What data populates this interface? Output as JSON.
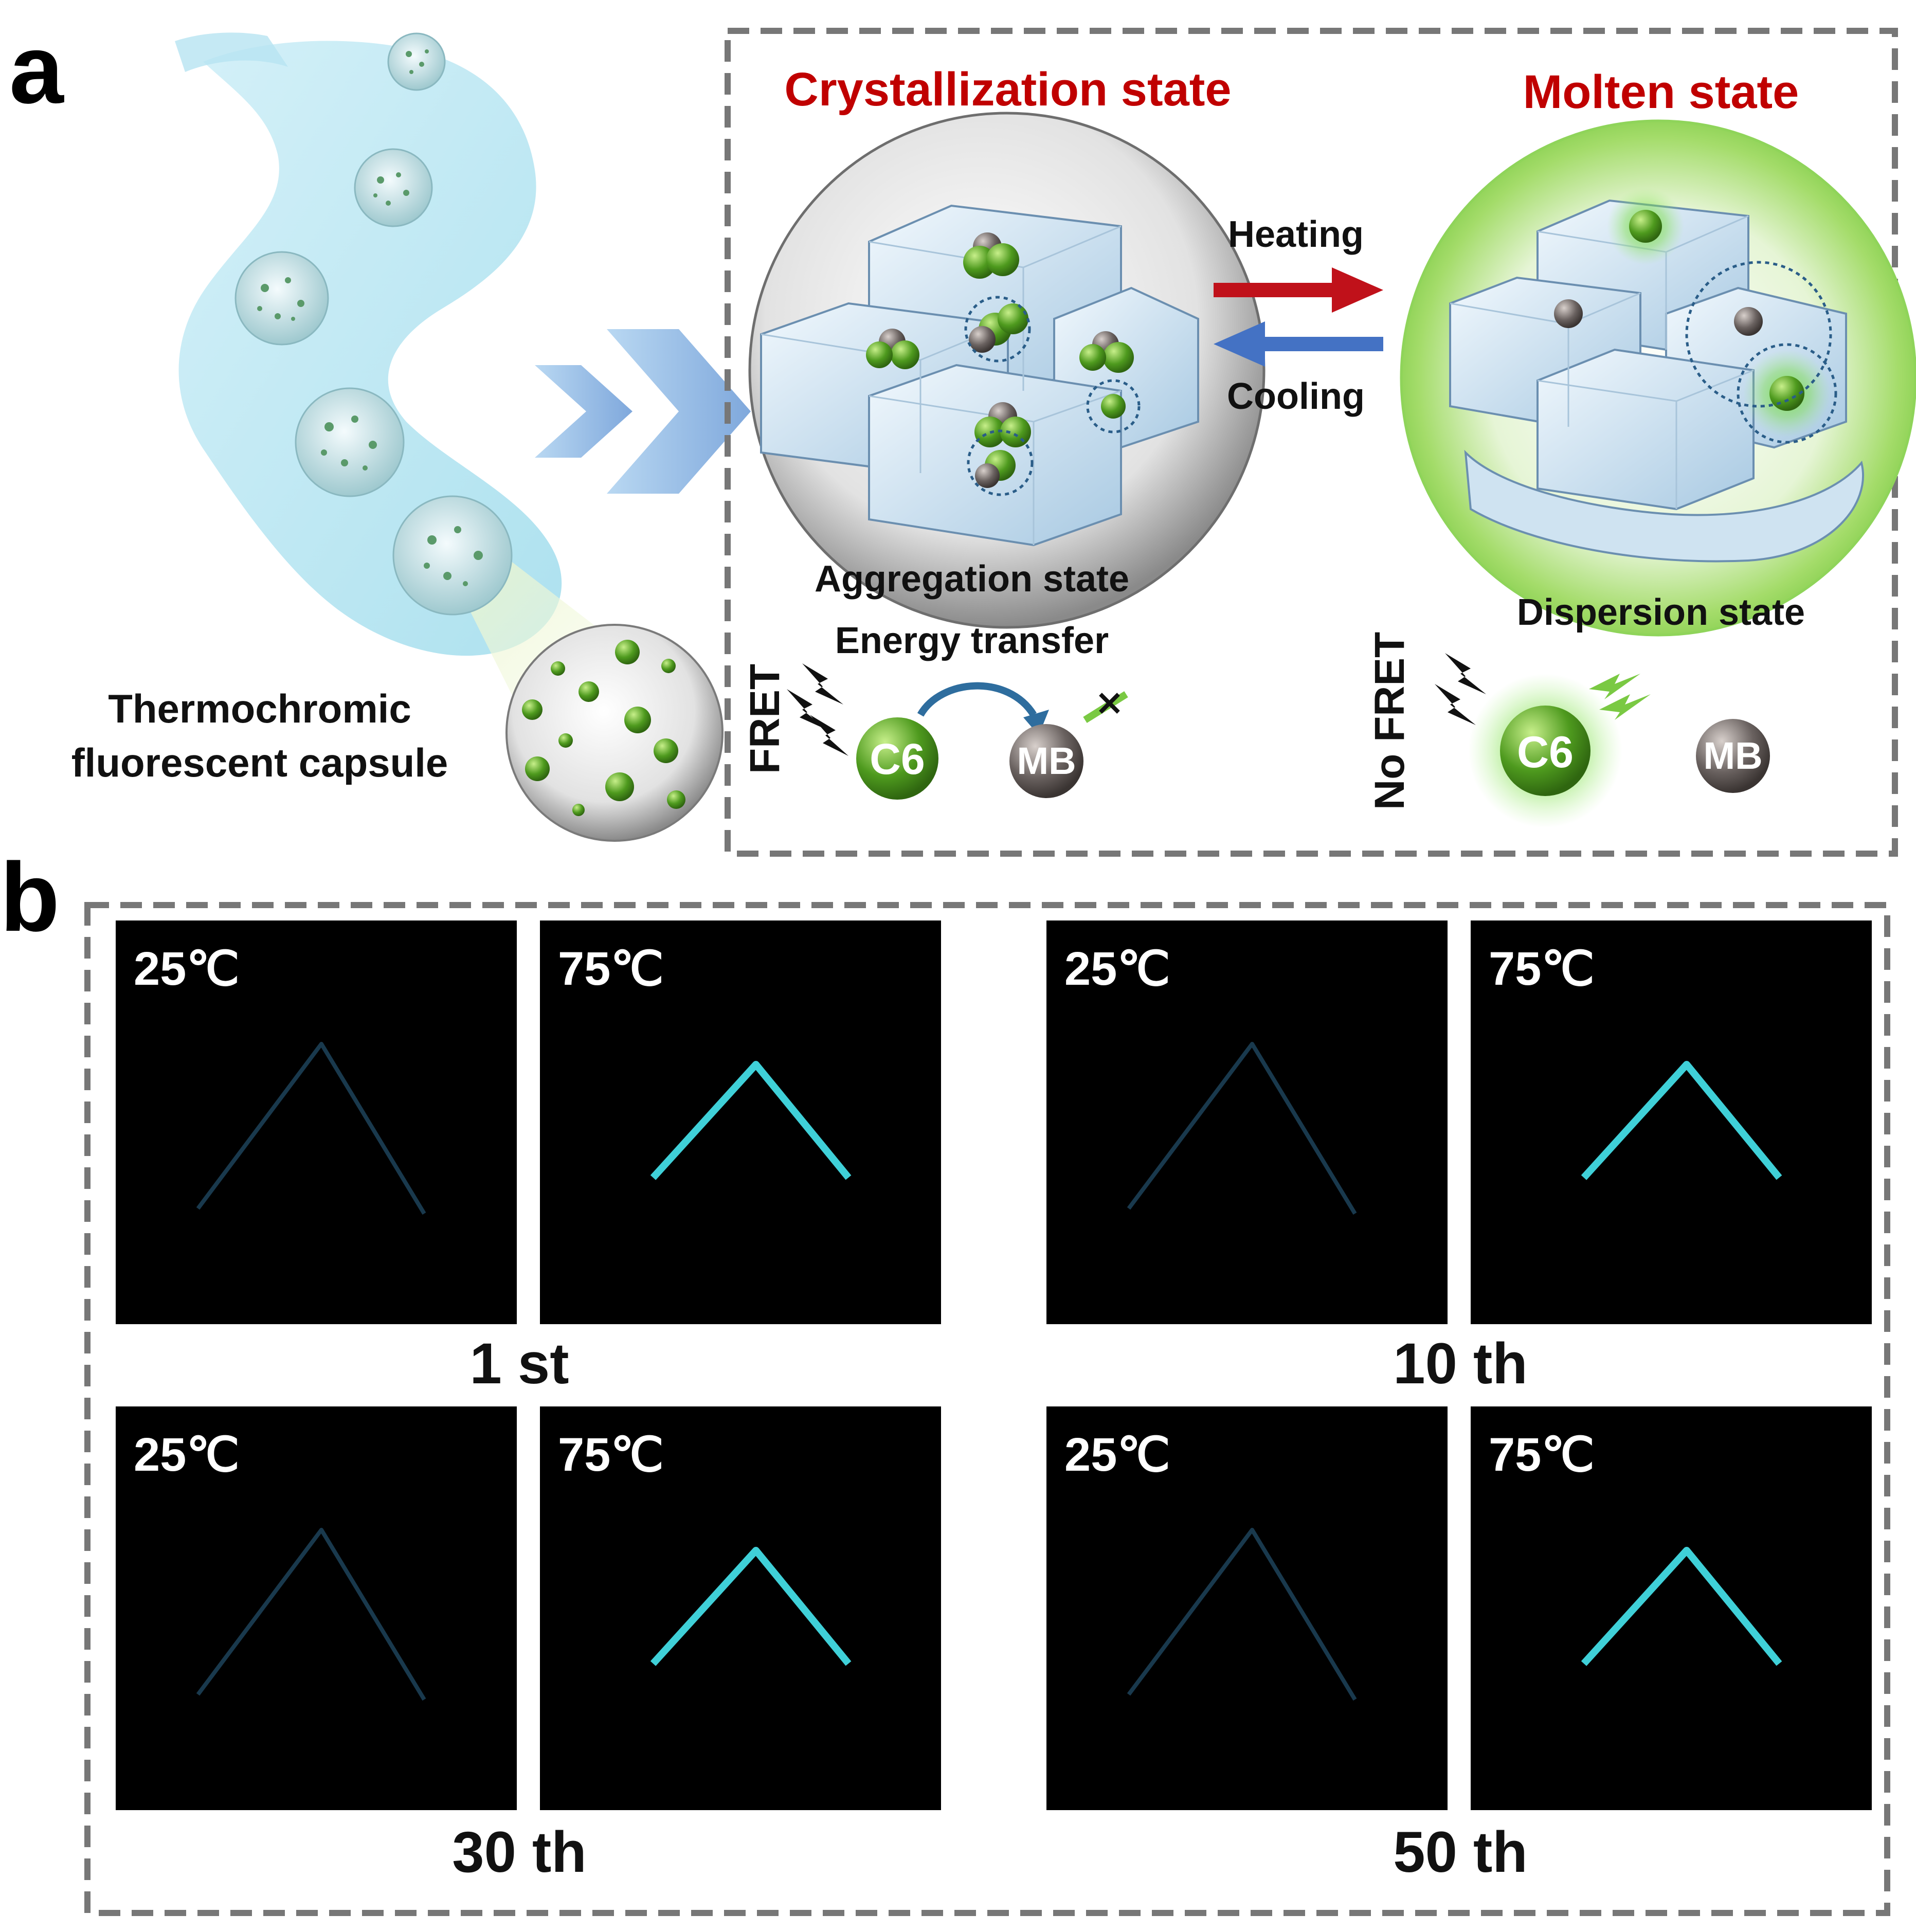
{
  "panel_a": {
    "label": "a",
    "capsule_caption_line1": "Thermochromic",
    "capsule_caption_line2": "fluorescent capsule",
    "left_state": {
      "title": "Crystallization state",
      "subtitle": "Aggregation state",
      "mechanism": "Energy transfer",
      "fret_label": "FRET",
      "donor": "C6",
      "acceptor": "MB"
    },
    "right_state": {
      "title": "Molten state",
      "subtitle": "Dispersion state",
      "fret_label": "No FRET",
      "donor": "C6",
      "acceptor": "MB"
    },
    "heating_label": "Heating",
    "cooling_label": "Cooling",
    "colors": {
      "title_red": "#c00000",
      "heating_arrow": "#c0111a",
      "cooling_arrow": "#4472c4",
      "fluor_green": "#6fc02a"
    }
  },
  "panel_b": {
    "label": "b",
    "cycles": [
      {
        "label": "1 st",
        "cold": "25℃",
        "hot": "75℃"
      },
      {
        "label": "10 th",
        "cold": "25℃",
        "hot": "75℃"
      },
      {
        "label": "30 th",
        "cold": "25℃",
        "hot": "75℃"
      },
      {
        "label": "50 th",
        "cold": "25℃",
        "hot": "75℃"
      }
    ],
    "colors": {
      "fiber_dim": "#1c3f55",
      "fiber_bright": "#3fd0d8"
    }
  }
}
